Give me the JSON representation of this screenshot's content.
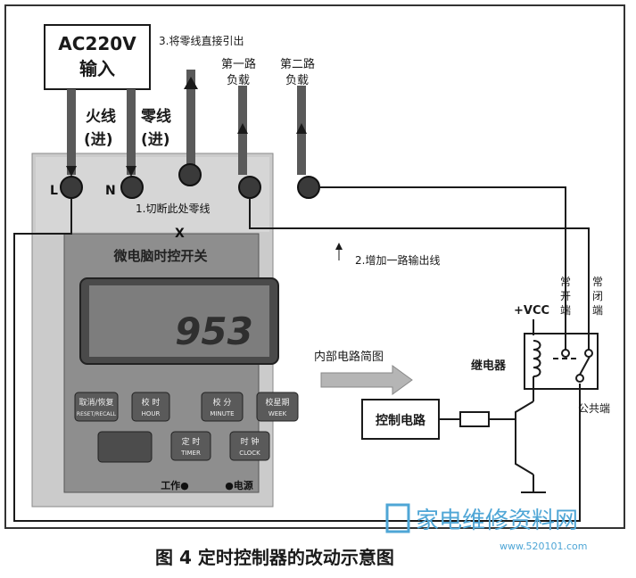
{
  "caption": "图 4  定时控制器的改动示意图",
  "source_box": {
    "line1": "AC220V",
    "line2": "输入"
  },
  "wires": {
    "live": {
      "label": "火线",
      "sub": "(进)"
    },
    "neutral": {
      "label": "零线",
      "sub": "(进)"
    }
  },
  "annotations": {
    "step1": "1.切断此处零线",
    "step2": "2.增加一路输出线",
    "step3": "3.将零线直接引出",
    "cut_mark": "X"
  },
  "loads": {
    "load1": {
      "line1": "第一路",
      "line2": "负载"
    },
    "load2": {
      "line1": "第二路",
      "line2": "负载"
    }
  },
  "terminals": {
    "L": "L",
    "N": "N"
  },
  "device": {
    "title": "微电脑时控开关",
    "lcd_readout": "953",
    "buttons": [
      {
        "top": "取消/恢复",
        "bottom": "RESET/RECALL"
      },
      {
        "top": "校 时",
        "bottom": "HOUR"
      },
      {
        "top": "校 分",
        "bottom": "MINUTE"
      },
      {
        "top": "校星期",
        "bottom": "WEEK"
      },
      {
        "top": "定 时",
        "bottom": "TIMER"
      },
      {
        "top": "时 钟",
        "bottom": "CLOCK"
      }
    ],
    "indicators": {
      "work": "工作●",
      "power": "●电源"
    }
  },
  "internal": {
    "arrow_label": "内部电路简图",
    "vcc": "+VCC",
    "relay": "继电器",
    "control": "控制电路",
    "no": "常开端",
    "nc": "常闭端",
    "common": "公共端"
  },
  "watermark": {
    "chars": "家电维修资料网",
    "url": "www.520101.com"
  },
  "colors": {
    "ink": "#1a1a1a",
    "device_bg": "#c9c9c9",
    "panel_bg": "#8f8f8f",
    "watermark": "#4fa6d6"
  }
}
